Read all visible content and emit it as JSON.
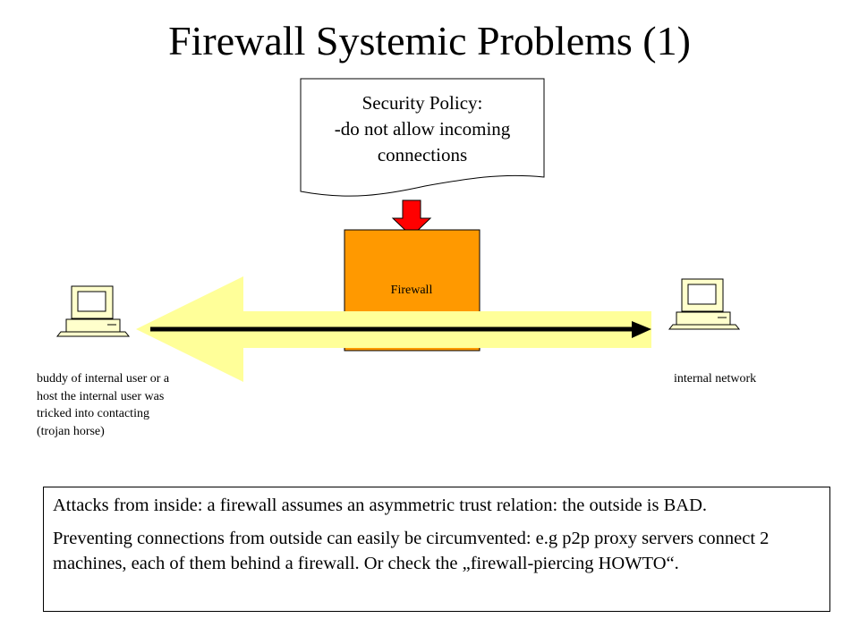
{
  "title": "Firewall Systemic Problems (1)",
  "security_policy": {
    "lines": [
      "Security Policy:",
      "-do not allow incoming",
      "connections"
    ]
  },
  "firewall": {
    "label": "Firewall",
    "fill_color": "#ff9900"
  },
  "hosts": {
    "external_caption_lines": [
      "buddy of internal user or a",
      "host the internal user was",
      "tricked into contacting",
      "(trojan horse)"
    ],
    "internal_caption": "internal network"
  },
  "colors": {
    "policy_arrow": "#ff0000",
    "big_arrow": "#ffff99",
    "connection_arrow": "#000000",
    "computer_body": "#ffffcc"
  },
  "notes": [
    "Attacks from inside: a firewall assumes an asymmetric trust relation: the outside is BAD.",
    "Preventing connections from outside can easily be circumvented: e.g p2p proxy servers connect 2 machines, each of them behind a firewall. Or check the „firewall-piercing HOWTO“."
  ]
}
